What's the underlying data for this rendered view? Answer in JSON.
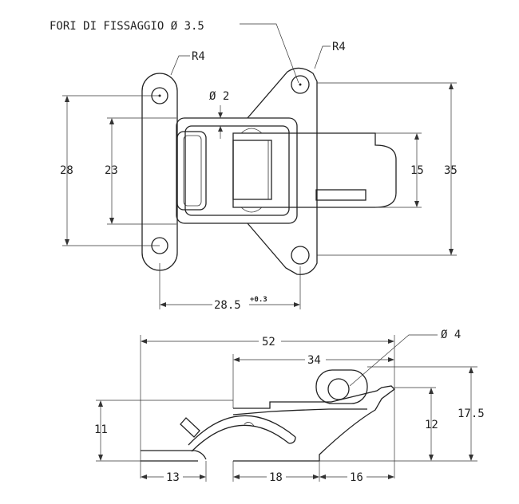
{
  "top_view": {
    "holes_note": "FORI DI FISSAGGIO Ø 3.5",
    "radius_left": "R4",
    "radius_right": "R4",
    "wire_diameter": "Ø 2",
    "dim_28": "28",
    "dim_23": "23",
    "dim_15": "15",
    "dim_35": "35",
    "dim_hole_spacing": "28.5",
    "dim_hole_spacing_tol": "+0.3"
  },
  "side_view": {
    "dim_52": "52",
    "dim_34": "34",
    "pivot_diameter": "Ø 4",
    "dim_17_5": "17.5",
    "dim_12": "12",
    "dim_11": "11",
    "dim_13": "13",
    "dim_18": "18",
    "dim_16": "16"
  }
}
